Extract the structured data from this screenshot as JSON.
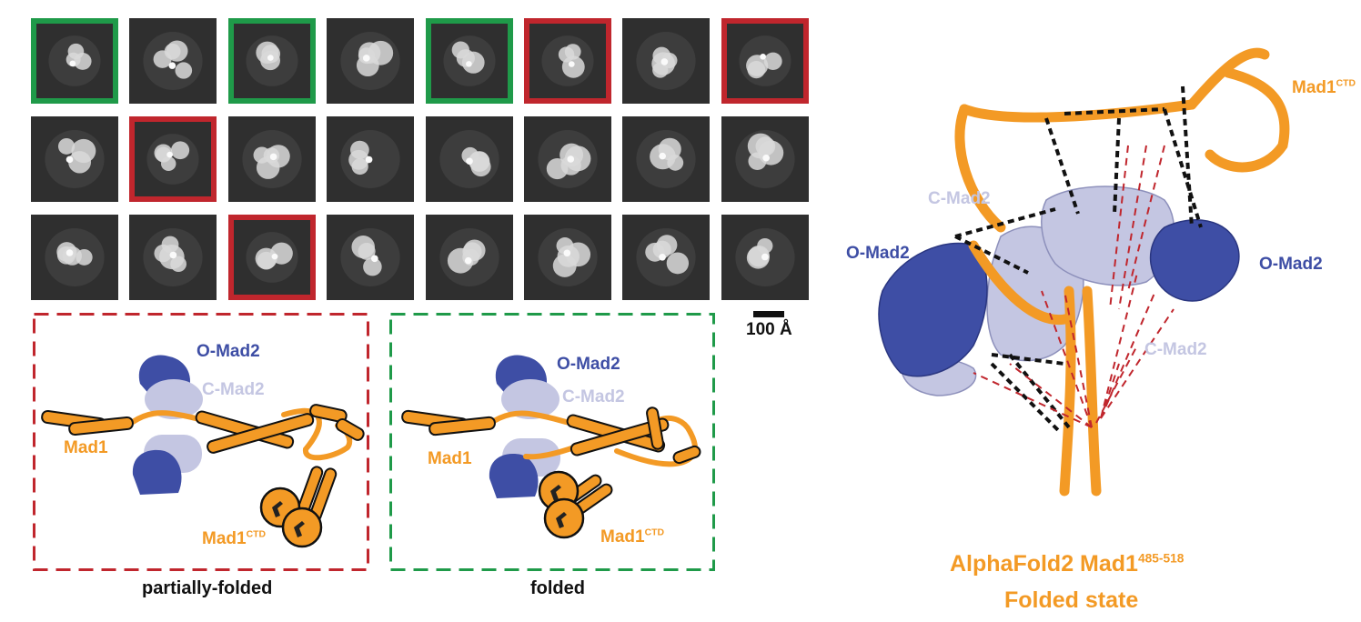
{
  "colors": {
    "mad1": "#f39a25",
    "omad2": "#3e4ea5",
    "cmad2": "#c4c6e2",
    "red_frame": "#c0262d",
    "green_frame": "#1f9a49",
    "crosslink_red": "#c0262d",
    "crosslink_black": "#111111"
  },
  "class_averages": {
    "rows": [
      [
        "green",
        "none",
        "green",
        "none",
        "green",
        "red",
        "none",
        "red"
      ],
      [
        "none",
        "red",
        "none",
        "none",
        "none",
        "none",
        "none",
        "none"
      ],
      [
        "none",
        "none",
        "red",
        "none",
        "none",
        "none",
        "none",
        "none"
      ]
    ]
  },
  "scale_bar": {
    "label": "100 Å"
  },
  "schematic_partial": {
    "omad2_label": "O-Mad2",
    "cmad2_label": "C-Mad2",
    "mad1_label": "Mad1",
    "mad1ctd_label": "Mad1",
    "mad1ctd_sup": "CTD",
    "caption": "partially-folded"
  },
  "schematic_folded": {
    "omad2_label": "O-Mad2",
    "cmad2_label": "C-Mad2",
    "mad1_label": "Mad1",
    "mad1ctd_label": "Mad1",
    "mad1ctd_sup": "CTD",
    "caption": "folded"
  },
  "structure": {
    "mad1ctd_label": "Mad1",
    "mad1ctd_sup": "CTD",
    "cmad2_left_label": "C-Mad2",
    "omad2_left_label": "O-Mad2",
    "omad2_right_label": "O-Mad2",
    "cmad2_right_label": "C-Mad2",
    "title_line1": "AlphaFold2 Mad1",
    "title_sup": "485-518",
    "title_line2": "Folded state"
  }
}
